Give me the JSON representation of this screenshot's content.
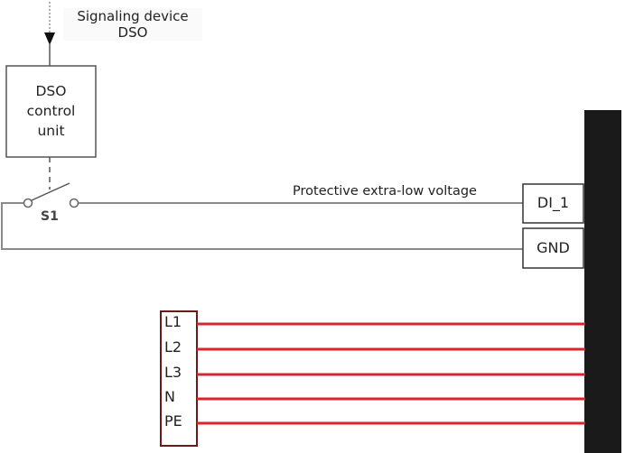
{
  "signaling_device": {
    "label_line1": "Signaling device",
    "label_line2": "DSO"
  },
  "control_unit": {
    "line1": "DSO",
    "line2": "control",
    "line3": "unit"
  },
  "switch": {
    "label": "S1"
  },
  "pelv_label": "Protective extra-low voltage",
  "terminals": {
    "di": "DI_1",
    "gnd": "GND"
  },
  "power_terminal": {
    "conductors": [
      "L1",
      "L2",
      "L3",
      "N",
      "PE"
    ]
  },
  "colors": {
    "wire": "#8a8a8a",
    "power_wire": "#d8242c",
    "power_block_border": "#6b1a1a",
    "device_bar": "#1a1a1a"
  }
}
